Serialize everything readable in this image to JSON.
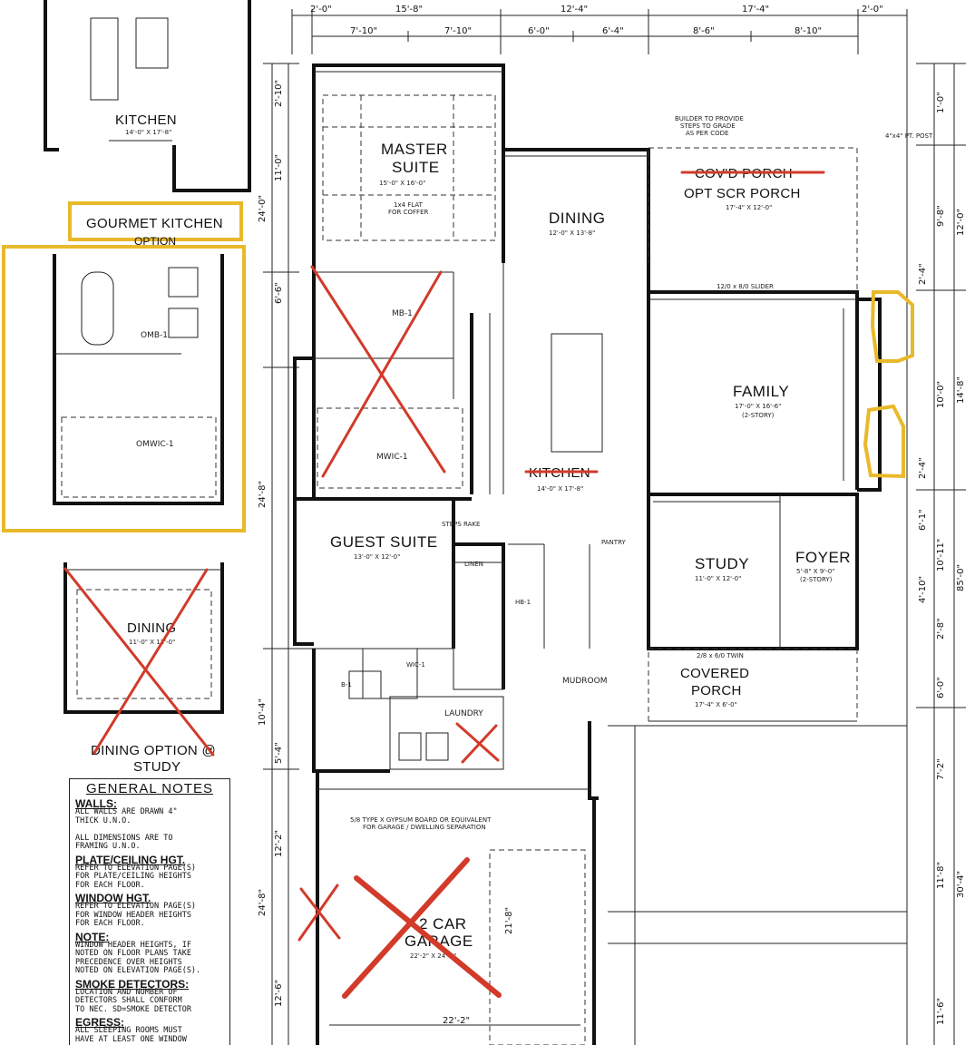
{
  "rooms": {
    "kitchen_option": {
      "name": "KITCHEN",
      "size": "14'-0\" X 17'-8\""
    },
    "gourmet_kitchen": "GOURMET KITCHEN",
    "gourmet_option": "OPTION",
    "master": {
      "name1": "MASTER",
      "name2": "SUITE",
      "size": "15'-0\" X 16'-0\"",
      "note1": "1x4 FLAT",
      "note2": "FOR COFFER"
    },
    "dining": {
      "name": "DINING",
      "size": "12'-0\" X 13'-8\""
    },
    "covd_porch": "COV'D PORCH",
    "opt_scr_porch": {
      "name": "OPT SCR PORCH",
      "size": "17'-4\" X 12'-0\""
    },
    "builder_note": [
      "BUILDER TO PROVIDE",
      "STEPS TO GRADE",
      "AS PER CODE"
    ],
    "pt_post": "4\"x4\" PT. POST",
    "family": {
      "name": "FAMILY",
      "size": "17'-0\" X 16'-6\"",
      "note": "(2-STORY)"
    },
    "kitchen": {
      "name": "KITCHEN",
      "size": "14'-0\" X 17'-8\""
    },
    "mb1": "MB-1",
    "mwic1": "MWIC-1",
    "omb1": "OMB-1",
    "omwic1": "OMWIC-1",
    "guest_suite": {
      "name": "GUEST SUITE",
      "size": "13'-0\" X 12'-0\""
    },
    "study": {
      "name": "STUDY",
      "size": "11'-0\" X 12'-0\""
    },
    "foyer": {
      "name": "FOYER",
      "size": "5'-8\" X 9'-0\"",
      "note": "(2-STORY)"
    },
    "covered_porch": {
      "name1": "COVERED",
      "name2": "PORCH",
      "size": "17'-4\" X 6'-0\""
    },
    "dining_option": {
      "name": "DINING",
      "size": "11'-0\" X 12'-0\""
    },
    "dining_option_label1": "DINING OPTION @",
    "dining_option_label2": "STUDY",
    "mudroom": "MUDROOM",
    "laundry": "LAUNDRY",
    "pantry": "PANTRY",
    "linen": "LINEN",
    "hb1": "HB-1",
    "wic1": "WIC-1",
    "b1": "B-1",
    "garage": {
      "name1": "2 CAR",
      "name2": "GARAGE",
      "size": "22'-2\" X 24'-4\""
    },
    "garage_note": [
      "5/8 TYPE X GYPSUM BOARD OR EQUIVALENT",
      "FOR GARAGE / DWELLING SEPARATION"
    ],
    "slider": "12/0 x 8/0 SLIDER",
    "twin": "2/8 x 6/0 TWIN",
    "steps_rake": "STEPS RAKE"
  },
  "dims": {
    "top_row1": [
      "2'-0\"",
      "15'-8\"",
      "12'-4\"",
      "17'-4\"",
      "2'-0\""
    ],
    "top_row2": [
      "7'-10\"",
      "7'-10\"",
      "6'-0\"",
      "6'-4\"",
      "8'-6\"",
      "8'-10\""
    ],
    "left": [
      "2'-10\"",
      "11'-0\"",
      "24'-0\"",
      "6'-6\"",
      "24'-8\"",
      "10'-4\"",
      "5'-4\"",
      "12'-2\"",
      "24'-8\"",
      "12'-6\""
    ],
    "right": [
      "1'-0\"",
      "9'-8\"",
      "12'-0\"",
      "2'-4\"",
      "14'-8\"",
      "10'-0\"",
      "2'-4\"",
      "6'-1\"",
      "10'-11\"",
      "85'-0\"",
      "4'-10\"",
      "2'-8\"",
      "6'-0\"",
      "7'-2\"",
      "11'-8\"",
      "30'-4\"",
      "11'-6\""
    ],
    "garage_width": "22'-2\"",
    "garage_depth": "21'-8\""
  },
  "notes": {
    "title": "GENERAL NOTES",
    "sections": [
      {
        "head": "WALLS:",
        "body": [
          "ALL WALLS ARE DRAWN 4\"",
          "THICK U.N.O.",
          "",
          "ALL DIMENSIONS ARE TO",
          "FRAMING U.N.O."
        ]
      },
      {
        "head": "PLATE/CEILING HGT.",
        "body": [
          "REFER TO ELEVATION PAGE(S)",
          "FOR PLATE/CEILING HEIGHTS",
          "FOR EACH FLOOR."
        ]
      },
      {
        "head": "WINDOW HGT.",
        "body": [
          "REFER TO ELEVATION PAGE(S)",
          "FOR WINDOW HEADER HEIGHTS",
          "FOR EACH FLOOR."
        ]
      },
      {
        "head": "NOTE:",
        "body": [
          "WINDOW HEADER HEIGHTS, IF",
          "NOTED ON FLOOR PLANS TAKE",
          "PRECEDENCE OVER HEIGHTS",
          "NOTED ON ELEVATION PAGE(S)."
        ]
      },
      {
        "head": "SMOKE DETECTORS:",
        "body": [
          "LOCATION AND NUMBER OF",
          "DETECTORS SHALL CONFORM",
          "TO NEC.  SD=SMOKE DETECTOR"
        ]
      },
      {
        "head": "EGRESS:",
        "body": [
          "ALL SLEEPING ROOMS MUST",
          "HAVE AT LEAST ONE WINDOW"
        ]
      }
    ]
  }
}
